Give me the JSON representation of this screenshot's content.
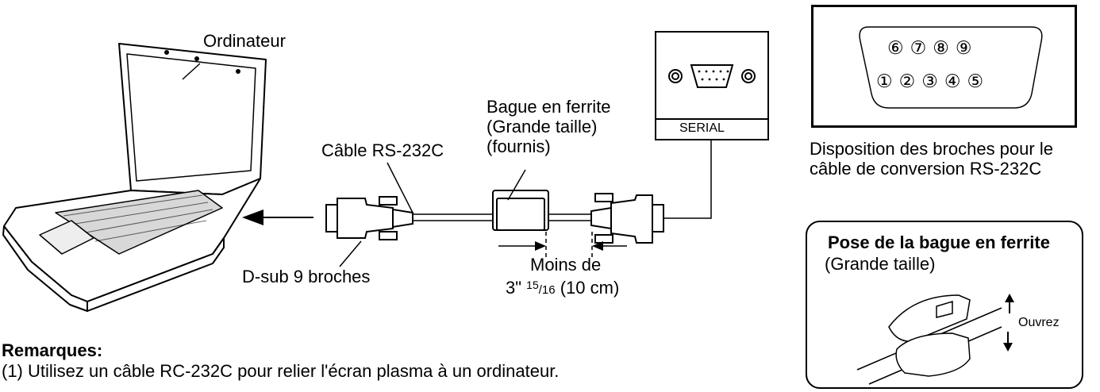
{
  "labels": {
    "computer": "Ordinateur",
    "cable": "Câble RS-232C",
    "ferrite_line1": "Bague en ferrite",
    "ferrite_line2": "(Grande taille)",
    "ferrite_line3": "(fournis)",
    "dsub": "D-sub 9 broches",
    "distance_line1": "Moins de",
    "distance_whole": "3\"",
    "distance_num": "15",
    "distance_den": "/16",
    "distance_metric": "(10 cm)",
    "serial": "SERIAL"
  },
  "pin_layout": {
    "top_row": [
      "⑥",
      "⑦",
      "⑧",
      "⑨"
    ],
    "bottom_row": [
      "①",
      "②",
      "③",
      "④",
      "⑤"
    ],
    "caption_line1": "Disposition des broches pour le",
    "caption_line2": "câble de conversion RS-232C"
  },
  "ferrite_install": {
    "title": "Pose de la bague en ferrite",
    "subtitle": "(Grande taille)",
    "open_label": "Ouvrez"
  },
  "notes": {
    "heading": "Remarques:",
    "items": [
      "(1) Utilisez un câble RC-232C pour relier l'écran plasma à un ordinateur."
    ]
  }
}
